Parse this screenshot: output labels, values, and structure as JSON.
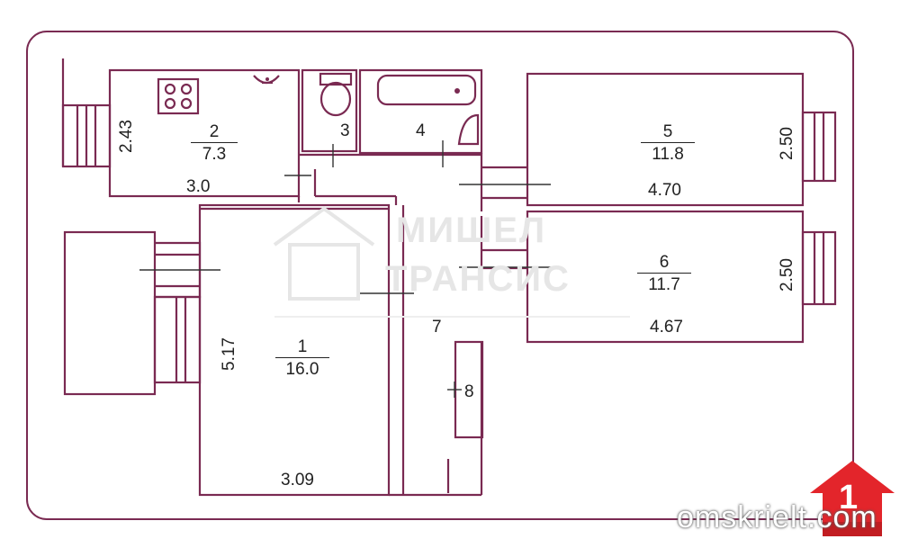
{
  "rooms": [
    {
      "id": "1",
      "area": "16.0"
    },
    {
      "id": "2",
      "area": "7.3"
    },
    {
      "id": "3"
    },
    {
      "id": "4"
    },
    {
      "id": "5",
      "area": "11.8"
    },
    {
      "id": "6",
      "area": "11.7"
    },
    {
      "id": "7"
    },
    {
      "id": "8"
    }
  ],
  "dimensions": {
    "kitchen_height": "2.43",
    "kitchen_width": "3.0",
    "room1_height": "5.17",
    "room1_width": "3.09",
    "room5_height": "2.50",
    "room5_width": "4.70",
    "room6_height": "2.50",
    "room6_width": "4.67"
  },
  "watermark": {
    "line1": "МИШЕЛ",
    "line2": "ТРАНСИС"
  },
  "branding": {
    "site": "omskrielt.com",
    "logo_digit": "1"
  },
  "colors": {
    "wall": "#7a2a52",
    "logo_red": "#e3252b",
    "watermark": "#e6e6e6"
  }
}
